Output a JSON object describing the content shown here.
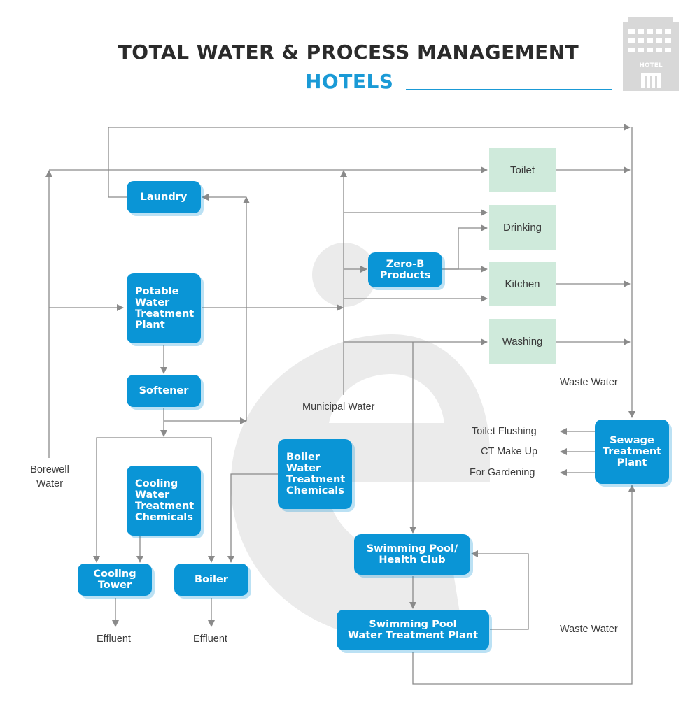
{
  "header": {
    "title": "TOTAL WATER & PROCESS MANAGEMENT",
    "subtitle": "HOTELS",
    "hotel_sign": "HOTEL",
    "hotel_icon": "hotel-building-icon"
  },
  "boxes": {
    "laundry": "Laundry",
    "potable_water_treatment_plant": [
      "Potable",
      "Water",
      "Treatment",
      "Plant"
    ],
    "softener": "Softener",
    "zero_b_products": [
      "Zero-B",
      "Products"
    ],
    "cooling_water_treatment_chemicals": [
      "Cooling",
      "Water",
      "Treatment",
      "Chemicals"
    ],
    "boiler_water_treatment_chemicals": [
      "Boiler",
      "Water",
      "Treatment",
      "Chemicals"
    ],
    "cooling_tower": [
      "Cooling",
      "Tower"
    ],
    "boiler": "Boiler",
    "swimming_pool_health_club": [
      "Swimming Pool/",
      "Health Club"
    ],
    "swimming_pool_water_treatment_plant": [
      "Swimming Pool",
      "Water Treatment Plant"
    ],
    "sewage_treatment_plant": [
      "Sewage",
      "Treatment",
      "Plant"
    ]
  },
  "uses": {
    "toilet": "Toilet",
    "drinking": "Drinking",
    "kitchen": "Kitchen",
    "washing": "Washing"
  },
  "labels": {
    "borewell_water": [
      "Borewell",
      "Water"
    ],
    "municipal_water": "Municipal Water",
    "waste_water_top": "Waste Water",
    "waste_water_bottom": "Waste Water",
    "toilet_flushing": "Toilet Flushing",
    "ct_make_up": "CT Make Up",
    "for_gardening": "For Gardening",
    "effluent_cooling": "Effluent",
    "effluent_boiler": "Effluent"
  },
  "colors": {
    "box_blue": "#0a95d6",
    "title_blue": "#1a9ad6",
    "use_green": "#cfeadb",
    "line_gray": "#8a8a8a",
    "watermark": "#ebebeb"
  }
}
